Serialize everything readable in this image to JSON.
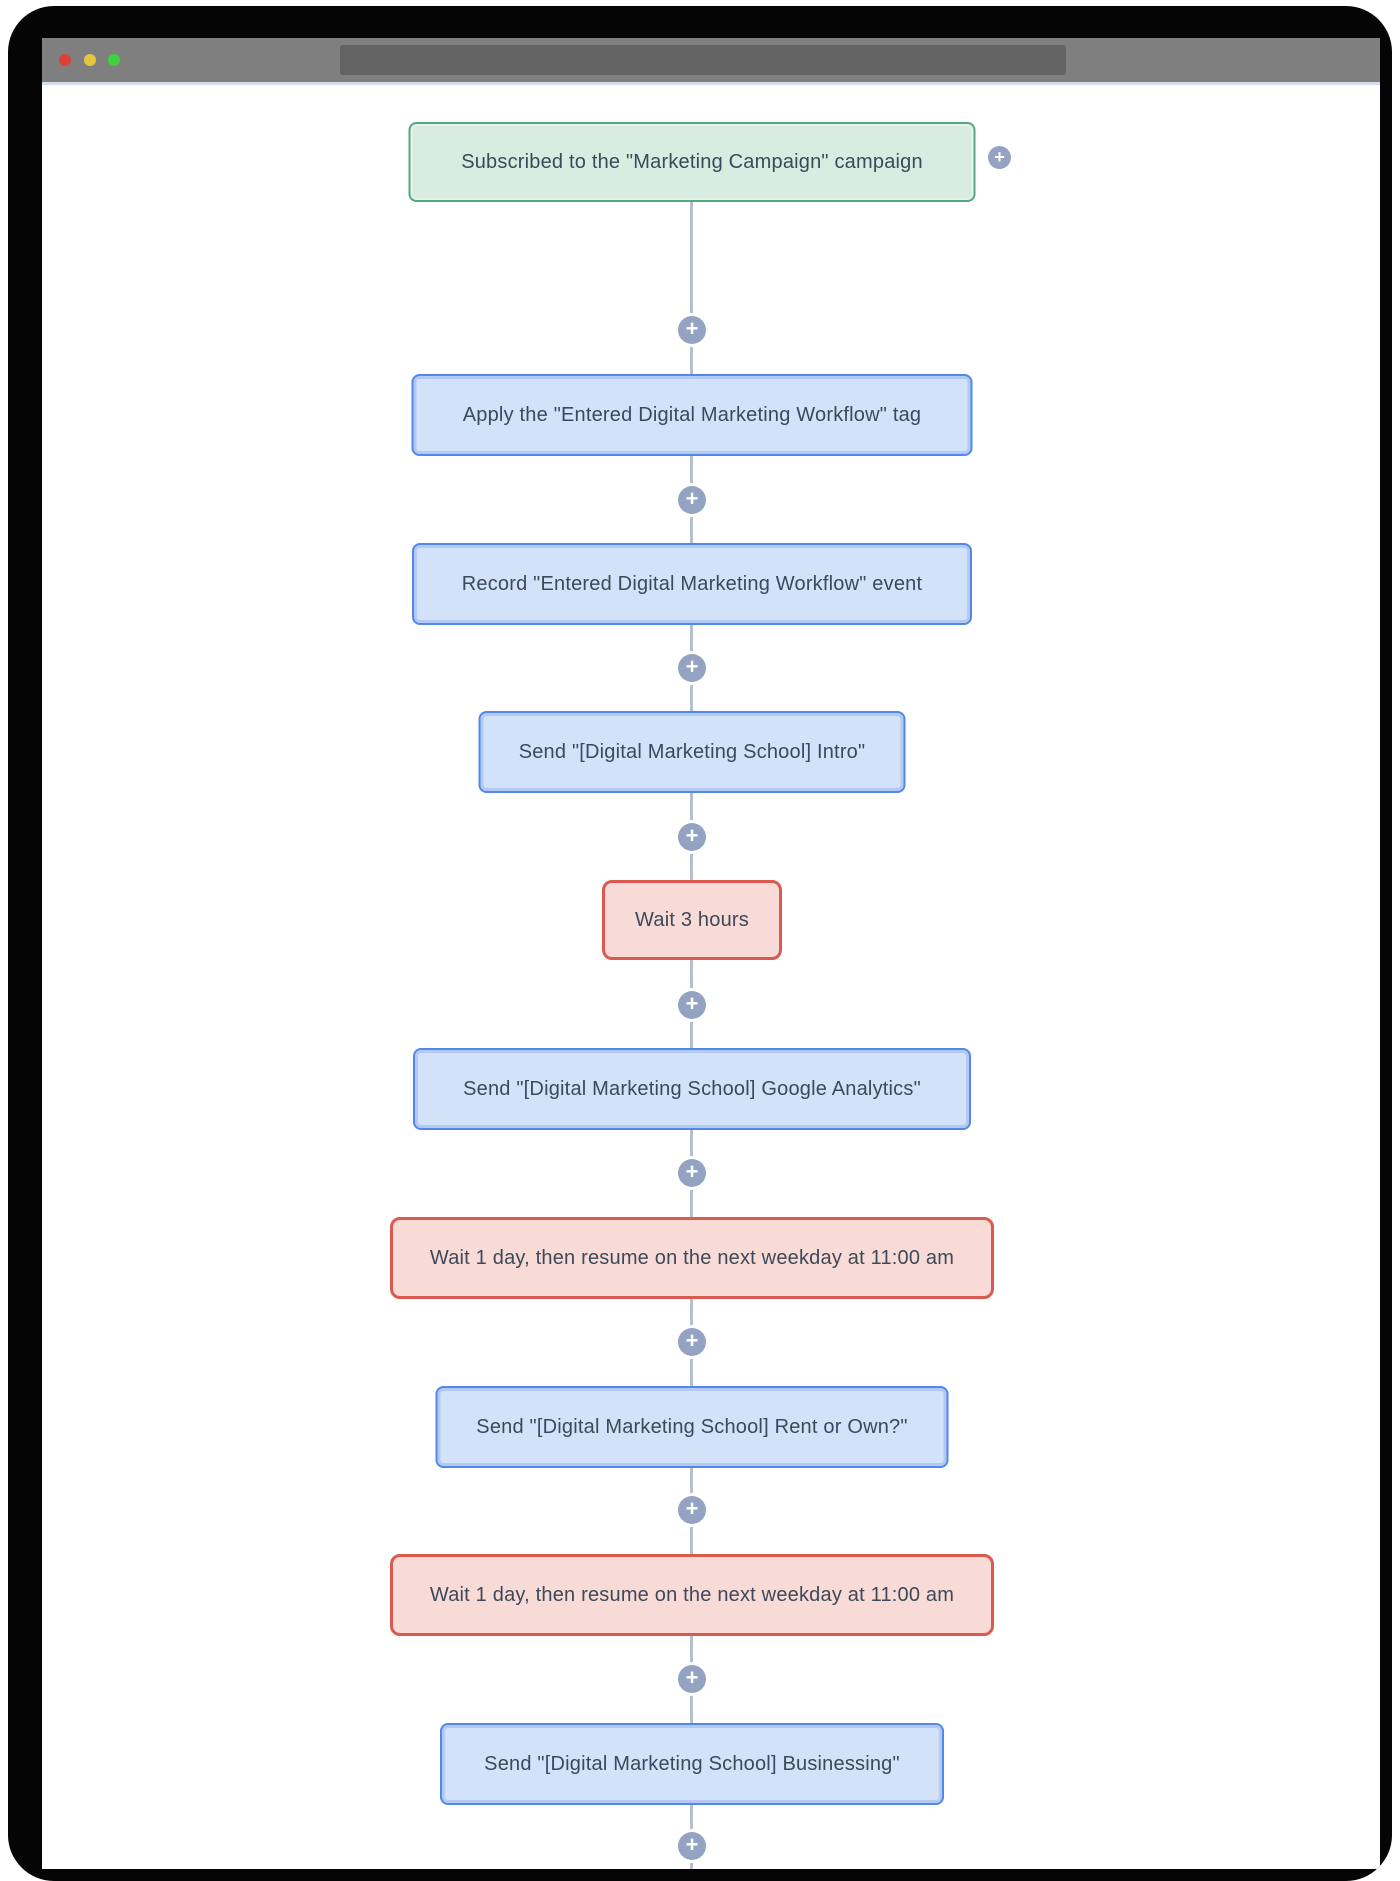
{
  "window": {
    "controls": [
      {
        "name": "close",
        "color": "#dc4138"
      },
      {
        "name": "minimize",
        "color": "#e5c63d"
      },
      {
        "name": "maximize",
        "color": "#3ed23e"
      }
    ],
    "address_bar_value": ""
  },
  "workflow": {
    "add_icon": "+",
    "nodes": [
      {
        "type": "trigger",
        "label": "Subscribed to the \"Marketing Campaign\" campaign"
      },
      {
        "type": "action",
        "label": "Apply the \"Entered Digital Marketing Workflow\" tag"
      },
      {
        "type": "action",
        "label": "Record \"Entered Digital Marketing Workflow\" event"
      },
      {
        "type": "action",
        "label": "Send \"[Digital Marketing School] Intro\""
      },
      {
        "type": "wait",
        "label": "Wait 3 hours"
      },
      {
        "type": "action",
        "label": "Send \"[Digital Marketing School] Google Analytics\""
      },
      {
        "type": "wait",
        "label": "Wait 1 day, then resume on the next weekday at 11:00 am"
      },
      {
        "type": "action",
        "label": "Send \"[Digital Marketing School] Rent or Own?\""
      },
      {
        "type": "wait",
        "label": "Wait 1 day, then resume on the next weekday at 11:00 am"
      },
      {
        "type": "action",
        "label": "Send \"[Digital Marketing School] Businessing\""
      }
    ]
  },
  "colors": {
    "frame": "#050505",
    "titlebar": "#7f7f7f",
    "address_bar": "#636363",
    "trigger_border": "#54a87f",
    "trigger_bg": "#d9ece1",
    "action_border": "#5288e8",
    "action_bg": "#d2e2f8",
    "wait_border": "#da5a50",
    "wait_bg": "#f8dad6",
    "connector_line": "#b6bfce",
    "add_button": "#94a3c1",
    "node_text": "#3d4959"
  }
}
